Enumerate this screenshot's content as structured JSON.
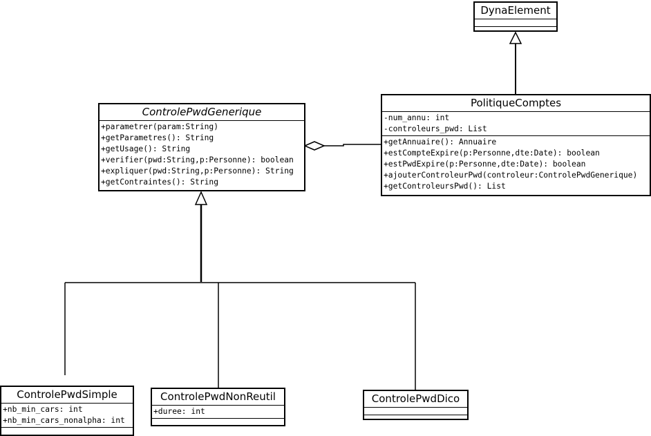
{
  "classes": {
    "dyna_element": {
      "name": "DynaElement",
      "attributes": [],
      "operations": []
    },
    "politique_comptes": {
      "name": "PolitiqueComptes",
      "attributes": [
        "-num_annu: int",
        "-controleurs_pwd: List"
      ],
      "operations": [
        "+getAnnuaire(): Annuaire",
        "+estCompteExpire(p:Personne,dte:Date): boolean",
        "+estPwdExpire(p:Personne,dte:Date): boolean",
        "+ajouterControleurPwd(controleur:ControlePwdGenerique)",
        "+getControleursPwd(): List"
      ]
    },
    "controle_pwd_generique": {
      "name": "ControlePwdGenerique",
      "abstract": true,
      "attributes": [],
      "operations": [
        "+parametrer(param:String)",
        "+getParametres(): String",
        "+getUsage(): String",
        "+verifier(pwd:String,p:Personne): boolean",
        "+expliquer(pwd:String,p:Personne): String",
        "+getContraintes(): String"
      ]
    },
    "controle_pwd_simple": {
      "name": "ControlePwdSimple",
      "attributes": [
        "+nb_min_cars: int",
        "+nb_min_cars_nonalpha: int"
      ],
      "operations": []
    },
    "controle_pwd_non_reutil": {
      "name": "ControlePwdNonReutil",
      "attributes": [
        "+duree: int"
      ],
      "operations": []
    },
    "controle_pwd_dico": {
      "name": "ControlePwdDico",
      "attributes": [],
      "operations": []
    }
  },
  "relations": [
    {
      "type": "generalization",
      "from": "PolitiqueComptes",
      "to": "DynaElement"
    },
    {
      "type": "aggregation",
      "whole": "ControlePwdGenerique",
      "part": "PolitiqueComptes"
    },
    {
      "type": "generalization",
      "from": "ControlePwdSimple",
      "to": "ControlePwdGenerique"
    },
    {
      "type": "generalization",
      "from": "ControlePwdNonReutil",
      "to": "ControlePwdGenerique"
    },
    {
      "type": "generalization",
      "from": "ControlePwdDico",
      "to": "ControlePwdGenerique"
    }
  ],
  "colors": {
    "line": "#000000",
    "background": "#ffffff"
  }
}
